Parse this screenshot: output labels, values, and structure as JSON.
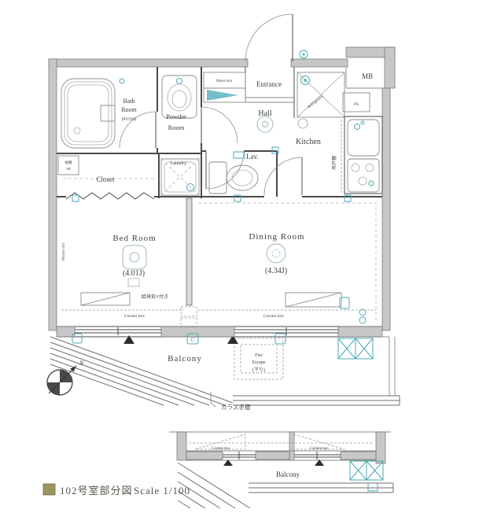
{
  "colors": {
    "accent_teal": "#4aa9b5",
    "wall_gray": "#c7c7c7",
    "ink": "#3f3f3f",
    "caption_square": "#9b945f"
  },
  "labels": {
    "mb": "MB",
    "ps": "PS",
    "shoes_box": "Shoes box",
    "entrance": "Entrance",
    "hall": "Hall",
    "kitchen": "Kitchen",
    "refrigerator": "Refrigerator",
    "bath_line1": "Bath",
    "bath_line2": "Room",
    "bath_size": "(#1116)",
    "powder_line1": "Powder",
    "powder_line2": "Room",
    "laundry": "Laundry",
    "lav": "Lav.",
    "closet": "Closet",
    "closet_shelf_line1": "枕棚",
    "closet_shelf_line2": "SB",
    "picture_rail": "Picture rail",
    "hanging_cupboard": "吊戸棚",
    "bedroom": "Bed Room",
    "bedroom_size": "(4.01J)",
    "bedroom_note": "給排気V付き",
    "dining": "Dining Room",
    "dining_size": "(4.34J)",
    "curtain_box": "Curtain box",
    "balcony": "Balcony",
    "fire_line1": "Fire",
    "fire_line2": "Escape",
    "fire_line3": "(下り)",
    "glass_rail": "ガラス手摺",
    "window_tag": "C",
    "compass_north": "N"
  },
  "caption": {
    "title": "102号室部分図",
    "scale": "Scale 1/100"
  }
}
